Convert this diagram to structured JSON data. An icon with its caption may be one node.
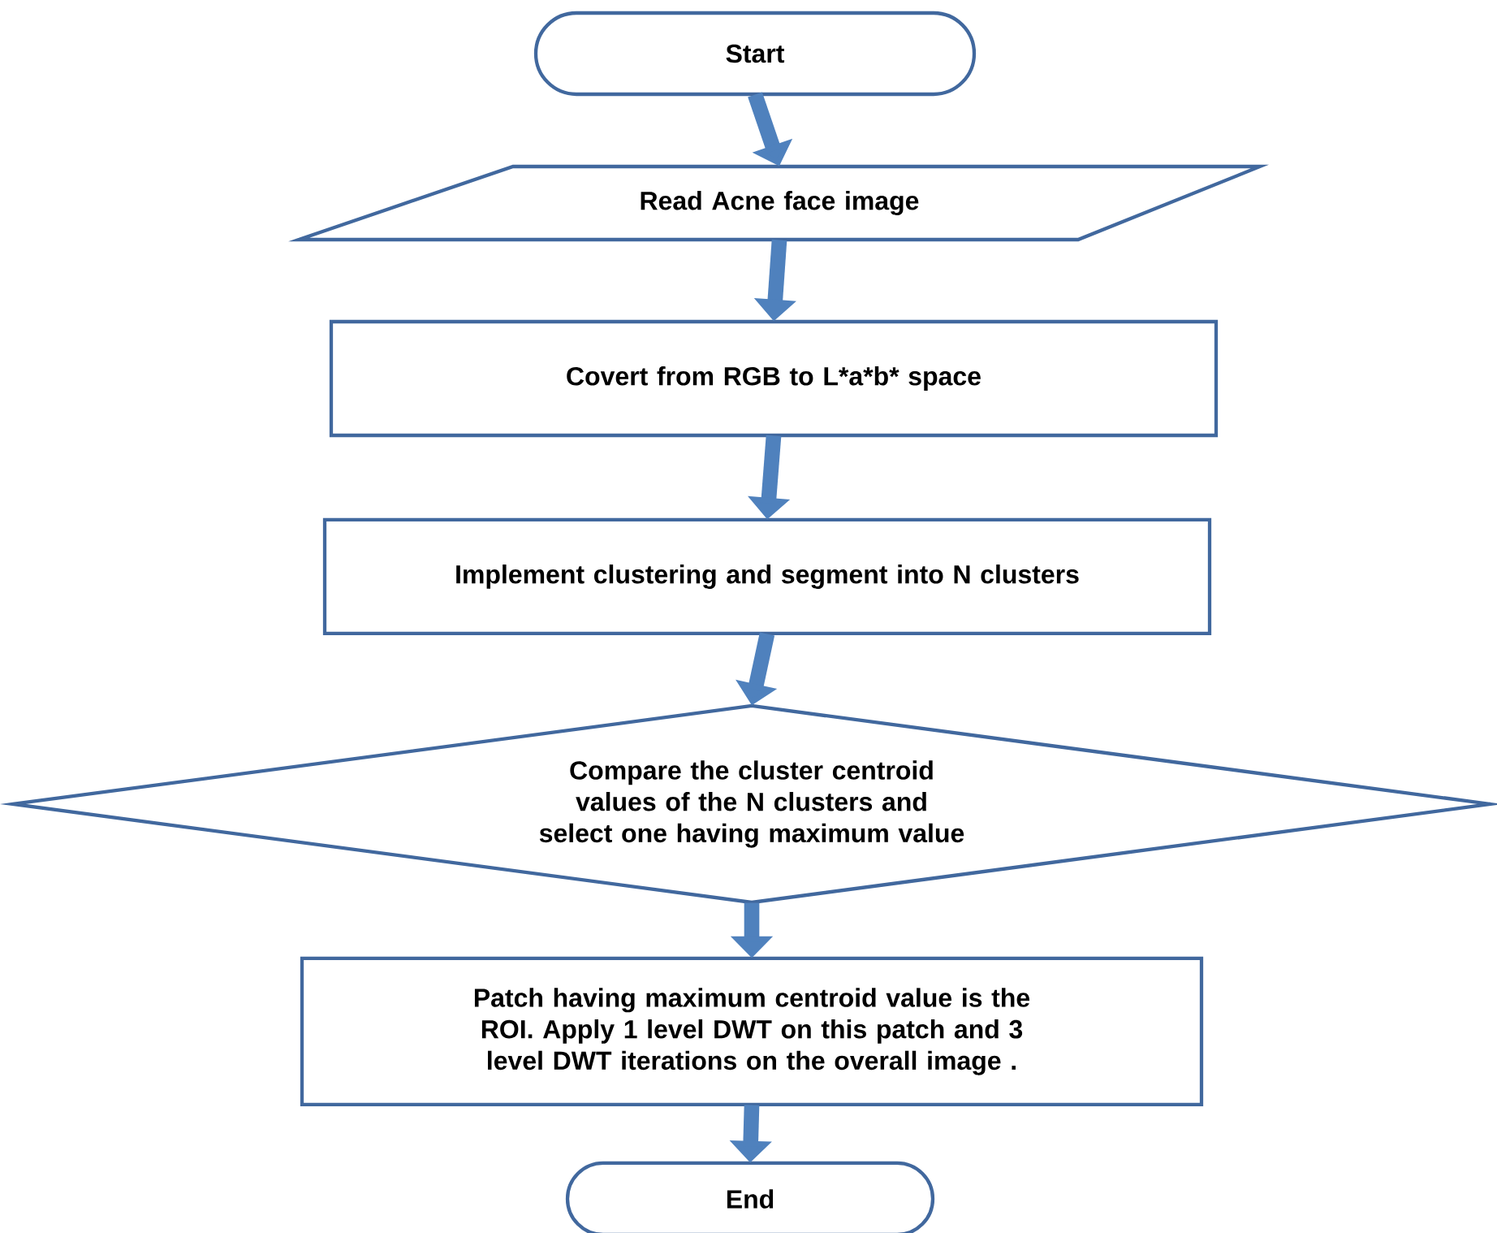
{
  "diagram": {
    "nodes": [
      {
        "text": [
          "Start"
        ]
      },
      {
        "text": [
          "Read Acne face image"
        ]
      },
      {
        "text": [
          "Covert from RGB to L*a*b* space"
        ]
      },
      {
        "text": [
          "Implement clustering and segment into N clusters"
        ]
      },
      {
        "text": [
          "Compare the cluster centroid values of the N clusters and select one having maximum value"
        ]
      },
      {
        "text": [
          "Patch having maximum centroid value is the ROI. Apply 1 level DWT on this patch and 3 level DWT iterations on the overall image ."
        ]
      },
      {
        "text": [
          "End"
        ]
      }
    ],
    "edges": [
      {
        "from": 0,
        "to": 1,
        "arrow": "to"
      },
      {
        "from": 1,
        "to": 2,
        "arrow": "to"
      },
      {
        "from": 2,
        "to": 3,
        "arrow": "to"
      },
      {
        "from": 3,
        "to": 4,
        "arrow": "to"
      },
      {
        "from": 4,
        "to": 5,
        "arrow": "to"
      },
      {
        "from": 5,
        "to": 6,
        "arrow": "to"
      }
    ]
  }
}
